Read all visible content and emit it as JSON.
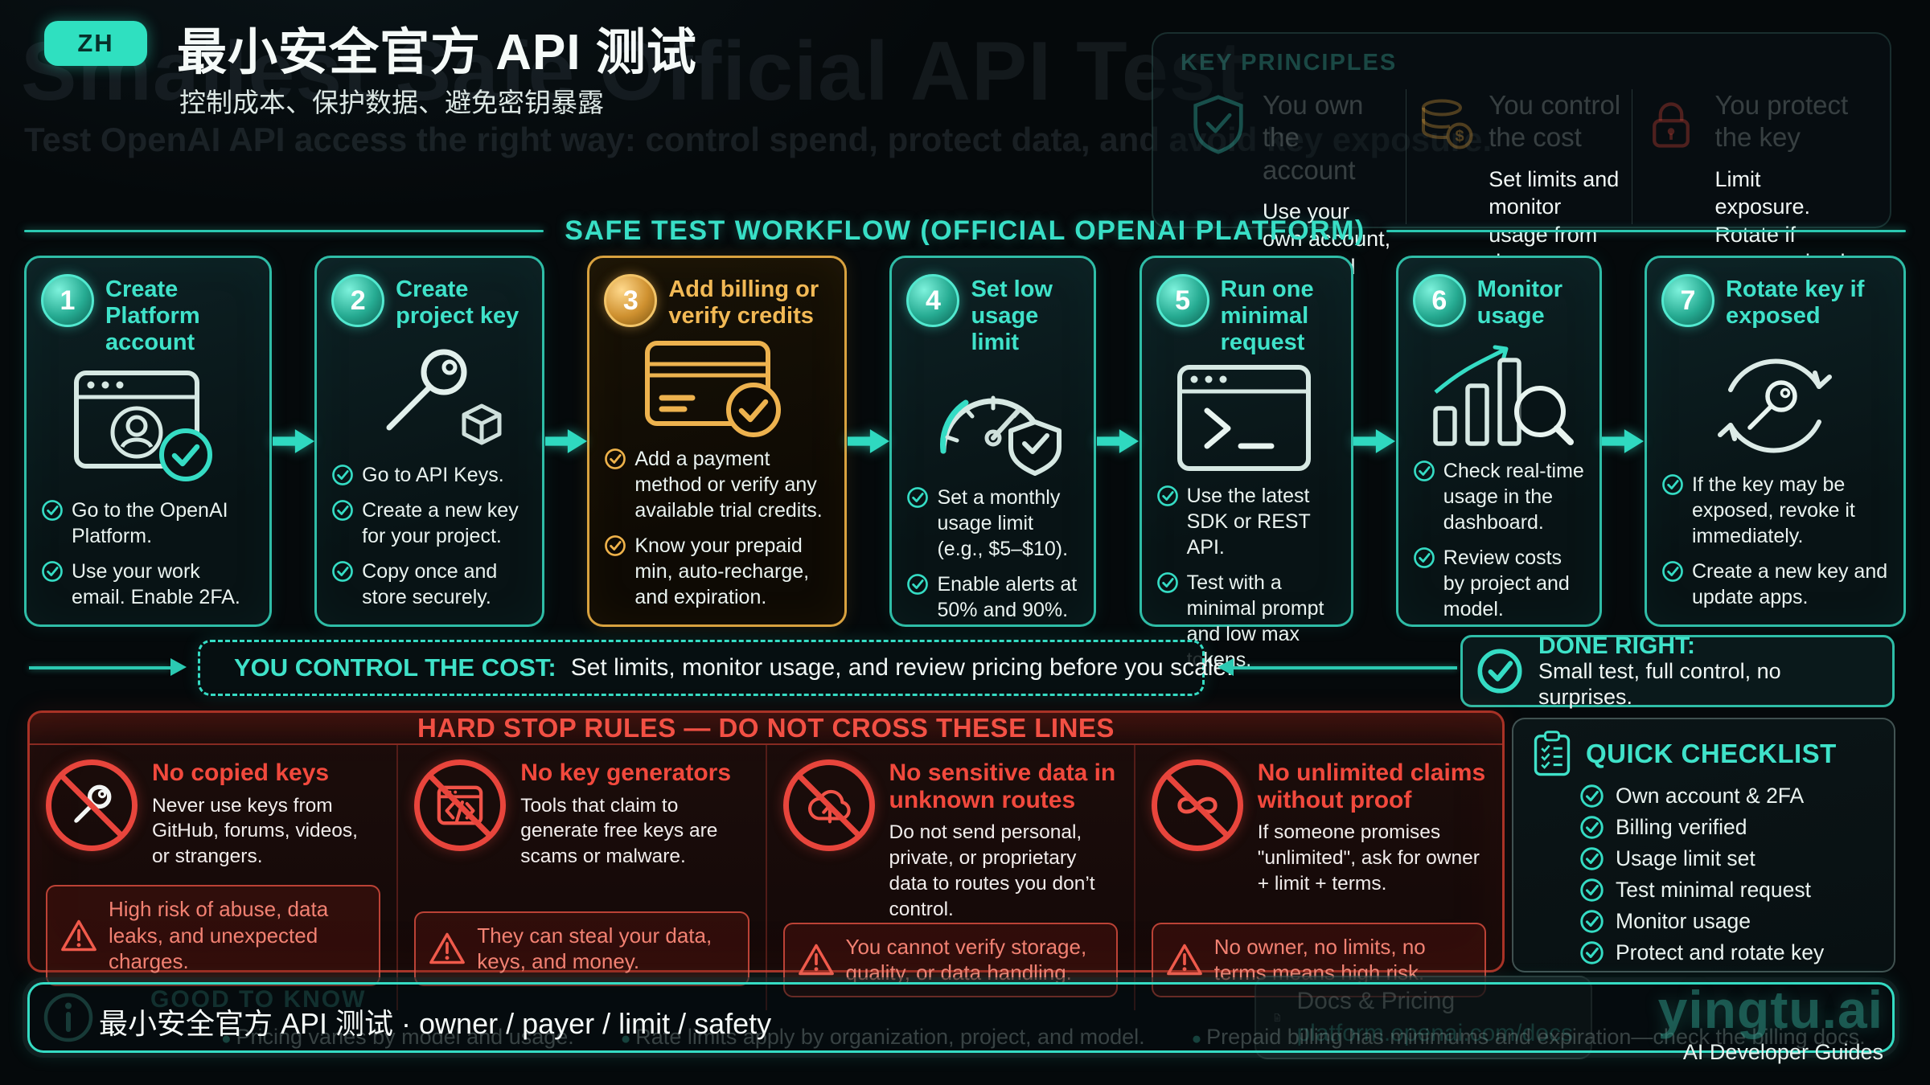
{
  "page": {
    "lang_badge": "ZH",
    "title": "最小安全官方 API 测试",
    "subtitle": "控制成本、保护数据、避免密钥暴露",
    "ghost_title": "Smallest Safe Official API Test",
    "ghost_subtitle": "Test OpenAI API access the right way: control spend, protect data, and avoid key exposure."
  },
  "key_principles": {
    "title": "KEY PRINCIPLES",
    "items": [
      {
        "icon": "shield-check-icon",
        "heading": "You own the account",
        "body": "Use your own account, keys, and billing."
      },
      {
        "icon": "coins-dollar-icon",
        "heading": "You control the cost",
        "body": "Set limits and monitor usage from day one."
      },
      {
        "icon": "lock-icon",
        "heading": "You protect the key",
        "body": "Limit exposure. Rotate if compromised."
      }
    ]
  },
  "workflow": {
    "heading": "SAFE TEST WORKFLOW (OFFICIAL OPENAI PLATFORM)",
    "steps": [
      {
        "num": "1",
        "title": "Create Platform account",
        "icon": "browser-user-check-icon",
        "theme": "teal",
        "bullets": [
          "Go to the OpenAI Platform.",
          "Use your work email. Enable 2FA."
        ]
      },
      {
        "num": "2",
        "title": "Create project key",
        "icon": "key-cube-icon",
        "theme": "teal",
        "bullets": [
          "Go to API Keys.",
          "Create a new key for your project.",
          "Copy once and store securely."
        ]
      },
      {
        "num": "3",
        "title": "Add billing or verify credits",
        "icon": "credit-card-check-icon",
        "theme": "gold",
        "bullets": [
          "Add a payment method or verify any available trial credits.",
          "Know your prepaid min, auto-recharge, and expiration."
        ]
      },
      {
        "num": "4",
        "title": "Set low usage limit",
        "icon": "gauge-shield-icon",
        "theme": "teal",
        "bullets": [
          "Set a monthly usage limit (e.g., $5–$10).",
          "Enable alerts at 50% and 90%."
        ]
      },
      {
        "num": "5",
        "title": "Run one minimal request",
        "icon": "terminal-icon",
        "theme": "teal",
        "bullets": [
          "Use the latest SDK or REST API.",
          "Test with a minimal prompt and low max tokens."
        ]
      },
      {
        "num": "6",
        "title": "Monitor usage",
        "icon": "bar-chart-magnifier-icon",
        "theme": "teal",
        "bullets": [
          "Check real-time usage in the dashboard.",
          "Review costs by project and model."
        ]
      },
      {
        "num": "7",
        "title": "Rotate key if exposed",
        "icon": "rotate-key-icon",
        "theme": "teal",
        "bullets": [
          "If the key may be exposed, revoke it immediately.",
          "Create a new key and update apps."
        ]
      }
    ]
  },
  "cost_banner": {
    "label": "YOU CONTROL THE COST:",
    "text": "Set limits, monitor usage, and review pricing before you scale."
  },
  "done_right": {
    "title": "DONE RIGHT:",
    "body": "Small test, full control, no surprises."
  },
  "hard_stop": {
    "title": "HARD STOP RULES — DO NOT CROSS THESE LINES",
    "rules": [
      {
        "icon": "no-copied-keys-icon",
        "title": "No copied keys",
        "body": "Never use keys from GitHub, forums, videos, or strangers.",
        "warning": "High risk of abuse, data leaks, and unexpected charges."
      },
      {
        "icon": "no-key-generators-icon",
        "title": "No key generators",
        "body": "Tools that claim to generate free keys are scams or malware.",
        "warning": "They can steal your data, keys, and money."
      },
      {
        "icon": "no-sensitive-data-icon",
        "title": "No sensitive data in unknown routes",
        "body": "Do not send personal, private, or proprietary data to routes you don’t control.",
        "warning": "You cannot verify storage, quality, or data handling."
      },
      {
        "icon": "no-unlimited-claims-icon",
        "title": "No unlimited claims without proof",
        "body": "If someone promises \"unlimited\", ask for owner + limit + terms.",
        "warning": "No owner, no limits, no terms means high risk."
      }
    ]
  },
  "checklist": {
    "title": "QUICK CHECKLIST",
    "items": [
      "Own account & 2FA",
      "Billing verified",
      "Usage limit set",
      "Test minimal request",
      "Monitor usage",
      "Protect and rotate key"
    ]
  },
  "footer": {
    "main": "最小安全官方 API 测试 · owner / payer / limit / safety",
    "ghost_label": "GOOD TO KNOW",
    "ghost_notes": [
      "Pricing varies by model and usage.",
      "Rate limits apply by organization, project, and model.",
      "Prepaid billing has minimums and expiration—check the billing docs."
    ],
    "docs_title": "Docs & Pricing",
    "docs_url": "platform.openai.com/docs",
    "brand": "yingtu.ai",
    "brand_sub": "AI Developer Guides"
  },
  "colors": {
    "accent_teal": "#35dcc4",
    "accent_gold": "#e8a93d",
    "accent_red": "#e8453c",
    "background": "#05090b"
  }
}
